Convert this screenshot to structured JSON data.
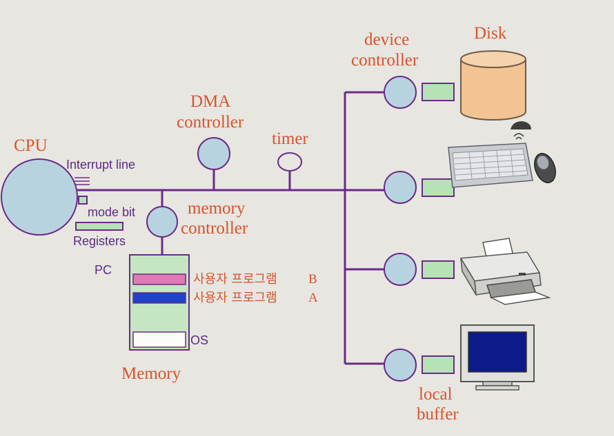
{
  "labels": {
    "cpu": "CPU",
    "interrupt_line": "Interrupt line",
    "mode_bit": "mode bit",
    "registers": "Registers",
    "dma_line1": "DMA",
    "dma_line2": "controller",
    "timer": "timer",
    "mem_ctrl_line1": "memory",
    "mem_ctrl_line2": "controller",
    "pc": "PC",
    "program_b": "사용자 프로그램",
    "program_b_suffix": "B",
    "program_a": "사용자 프로그램",
    "program_a_suffix": "A",
    "os": "OS",
    "memory": "Memory",
    "device_ctrl_line1": "device",
    "device_ctrl_line2": "controller",
    "disk": "Disk",
    "local_buffer_line1": "local",
    "local_buffer_line2": "buffer"
  },
  "devices": [
    "disk-icon",
    "keyboard-mouse-icon",
    "printer-icon",
    "monitor-icon"
  ],
  "colors": {
    "bus": "#6b2a86",
    "node_fill": "#b8d3e0",
    "buffer_fill": "#b5e3b5",
    "label_red": "#d9532c",
    "label_purple": "#5d2a83",
    "program_b": "#e07ab4",
    "program_a": "#1f43c8",
    "disk": "#f2c393"
  }
}
